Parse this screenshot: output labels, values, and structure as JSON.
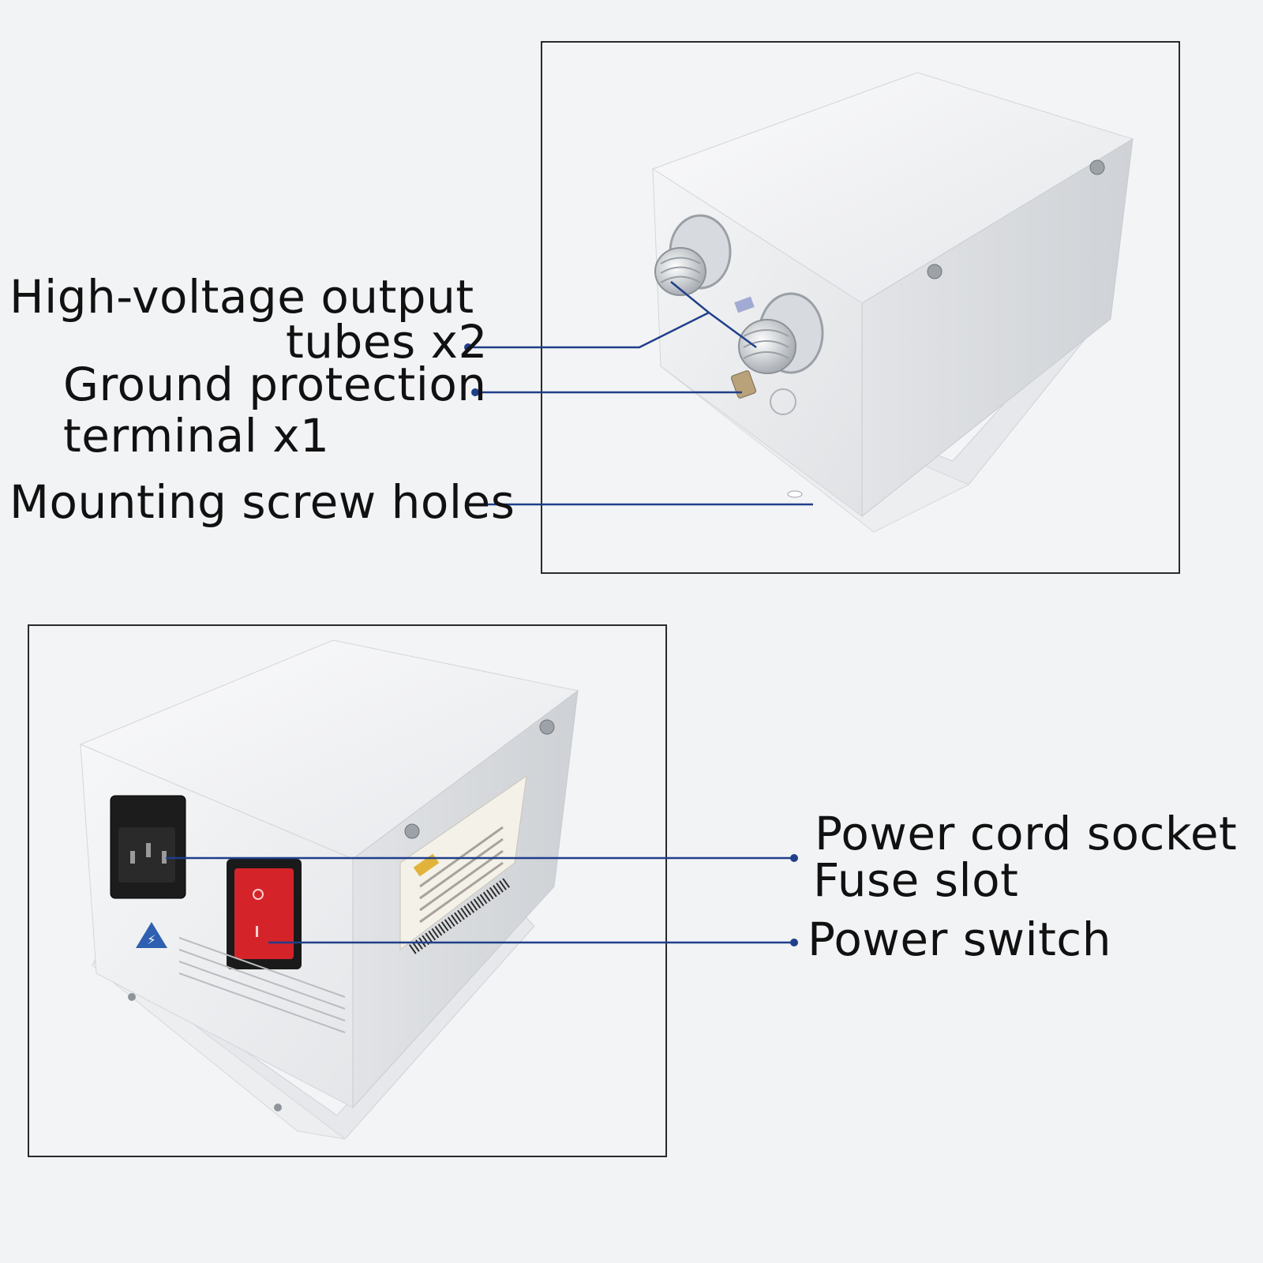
{
  "callouts": {
    "hv_tubes_line1": "High-voltage output",
    "hv_tubes_line2": "tubes x2",
    "ground_line1": "Ground protection",
    "ground_line2": "terminal x1",
    "mounting_holes": "Mounting screw holes",
    "power_cord_socket": "Power cord socket",
    "fuse_slot": "Fuse slot",
    "power_switch": "Power switch"
  },
  "colors": {
    "leader_line": "#1f3f8a",
    "leader_dot": "#1f3f8a",
    "frame_border": "#2a2a2a",
    "switch_red": "#d4242a",
    "enclosure_white": "#eceef0"
  },
  "icons": [
    "warning-triangle-icon",
    "power-switch-icon",
    "iec-power-socket-icon"
  ]
}
